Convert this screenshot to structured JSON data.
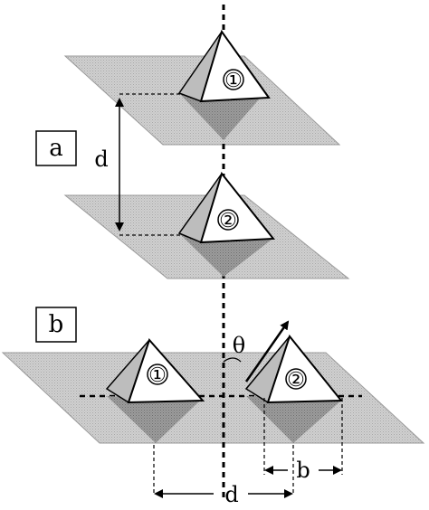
{
  "panels": {
    "a": {
      "label": "a"
    },
    "b": {
      "label": "b"
    }
  },
  "molecules": {
    "one": "①",
    "two": "②"
  },
  "labels": {
    "d_vertical": "d",
    "d_horizontal": "d",
    "b_spacing": "b",
    "theta": "θ"
  },
  "colors": {
    "plane": "#c8c8c8",
    "plane_edge": "#9a9a9a",
    "pyramid_shadow": "#9a9a9a",
    "pyramid_side": "#d4d4d4",
    "line": "#000000"
  }
}
